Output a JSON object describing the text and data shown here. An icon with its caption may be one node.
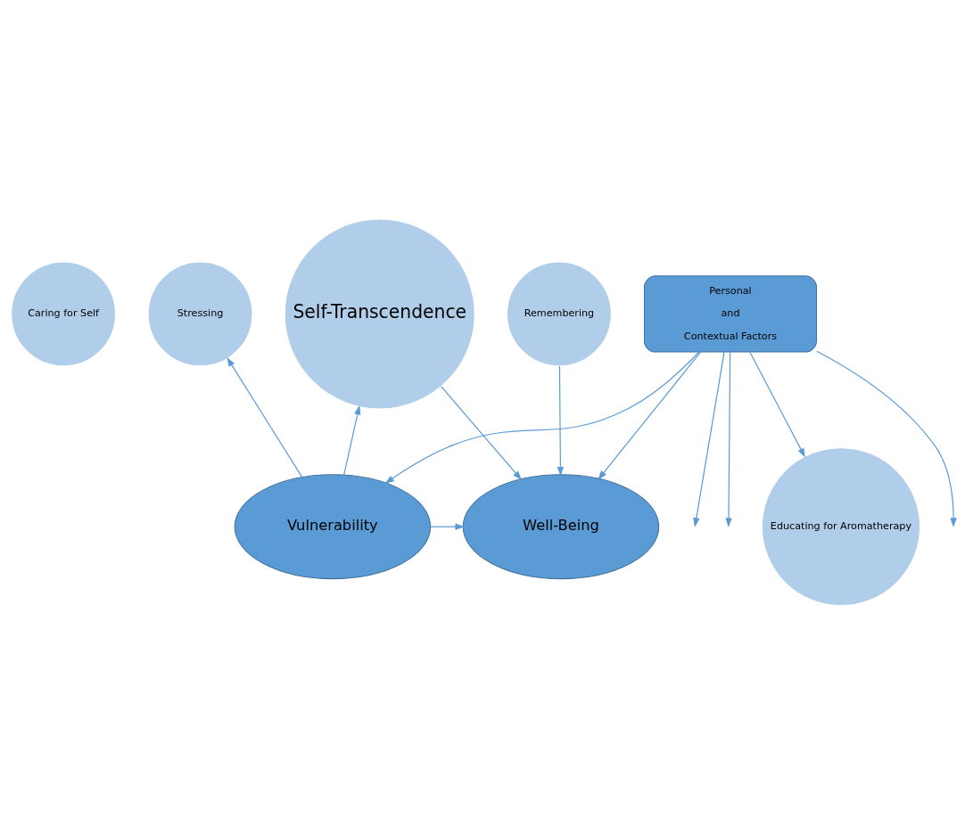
{
  "diagram": {
    "nodes": [
      {
        "text": [
          "Caring for Self"
        ]
      },
      {
        "text": [
          "Stressing"
        ]
      },
      {
        "text": [
          "Self-Transcendence"
        ]
      },
      {
        "text": [
          "Remembering"
        ]
      },
      {
        "text": [
          "Educating for Aromatherapy"
        ]
      },
      {
        "text": [
          "Personal",
          "and",
          "Contextual Factors"
        ]
      },
      {
        "text": [
          "Vulnerability"
        ]
      },
      {
        "text": [
          "Well-Being"
        ]
      }
    ],
    "edges": [
      {
        "from": 6,
        "to": 1,
        "arrow": "to"
      },
      {
        "from": 6,
        "to": 2,
        "arrow": "to"
      },
      {
        "from": 2,
        "to": 7,
        "arrow": "to"
      },
      {
        "from": 3,
        "to": 7,
        "arrow": "to"
      },
      {
        "from": 6,
        "to": 7,
        "arrow": "to"
      },
      {
        "from": 5,
        "to": 4,
        "arrow": "to"
      },
      {
        "from": 5,
        "to": null,
        "arrow": "to"
      },
      {
        "from": 5,
        "to": 6,
        "arrow": "to"
      },
      {
        "from": 5,
        "to": null,
        "arrow": "to"
      },
      {
        "from": 5,
        "to": 7,
        "arrow": "to"
      },
      {
        "from": 5,
        "to": null,
        "arrow": "to"
      }
    ]
  }
}
